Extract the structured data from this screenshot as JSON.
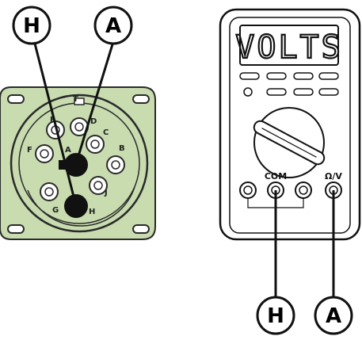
{
  "callouts": {
    "connector_h": "H",
    "connector_a": "A",
    "meter_h": "H",
    "meter_a": "A"
  },
  "connector": {
    "body_color": "#c8dcb0",
    "top_mark": "T",
    "pins": {
      "e": "E",
      "d": "D",
      "c": "C",
      "f": "F",
      "a": "A",
      "b": "B",
      "j": "J",
      "g": "G",
      "h": "H"
    }
  },
  "meter": {
    "display_text": "VOLTS",
    "jack_com": "COM",
    "jack_ohm_volt": "Ω/V"
  }
}
